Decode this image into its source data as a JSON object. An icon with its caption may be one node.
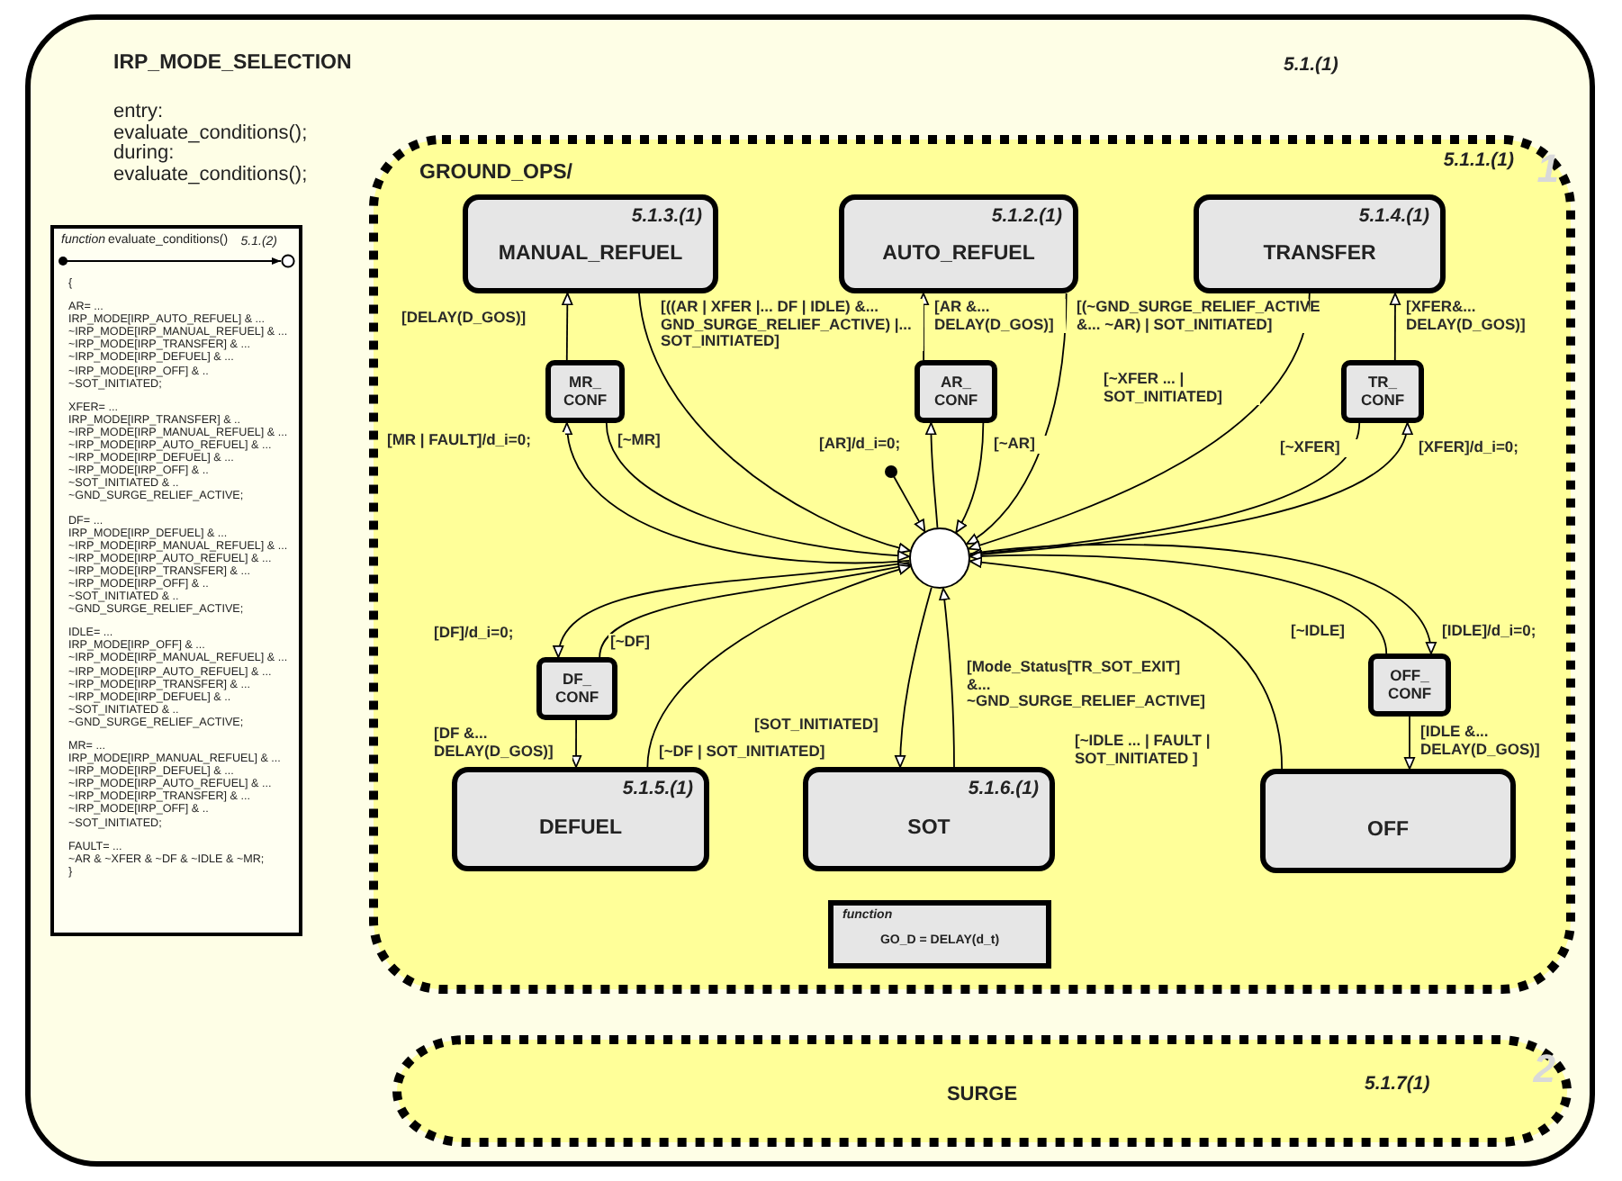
{
  "diagram": {
    "nodes": [
      {
        "text": [
          "IRP_MODE_SELECTION",
          "5.1.(1)",
          "entry: evaluate_conditions();",
          "during: evaluate_conditions();"
        ]
      },
      {
        "text": [
          "function",
          "evaluate_conditions()",
          "5.1.(2)",
          "{",
          "AR= ...",
          "IRP_MODE[IRP_AUTO_REFUEL] & ...",
          "~IRP_MODE[IRP_MANUAL_REFUEL] & ...",
          "~IRP_MODE[IRP_TRANSFER] & ...",
          "~IRP_MODE[IRP_DEFUEL] & ...",
          "~IRP_MODE[IRP_OFF] & ..",
          "~SOT_INITIATED;",
          "XFER= ...",
          "IRP_MODE[IRP_TRANSFER] & ..",
          "~IRP_MODE[IRP_MANUAL_REFUEL] & ...",
          "~IRP_MODE[IRP_AUTO_REFUEL] & ...",
          "~IRP_MODE[IRP_DEFUEL] & ...",
          "~IRP_MODE[IRP_OFF] & ..",
          "~SOT_INITIATED & ..",
          "~GND_SURGE_RELIEF_ACTIVE;",
          "DF= ...",
          "IRP_MODE[IRP_DEFUEL] & ...",
          "~IRP_MODE[IRP_MANUAL_REFUEL] & ...",
          "~IRP_MODE[IRP_AUTO_REFUEL] & ...",
          "~IRP_MODE[IRP_TRANSFER] & ...",
          "~IRP_MODE[IRP_OFF] & ..",
          "~SOT_INITIATED & ..",
          "~GND_SURGE_RELIEF_ACTIVE;",
          "IDLE= ...",
          "IRP_MODE[IRP_OFF] & ...",
          "~IRP_MODE[IRP_MANUAL_REFUEL] & ...",
          "~IRP_MODE[IRP_AUTO_REFUEL] & ...",
          "~IRP_MODE[IRP_TRANSFER] & ...",
          "~IRP_MODE[IRP_DEFUEL] & ..",
          "~SOT_INITIATED & ..",
          "~GND_SURGE_RELIEF_ACTIVE;",
          "MR= ...",
          "IRP_MODE[IRP_MANUAL_REFUEL] & ...",
          "~IRP_MODE[IRP_DEFUEL] & ...",
          "~IRP_MODE[IRP_AUTO_REFUEL] & ...",
          "~IRP_MODE[IRP_TRANSFER] & ...",
          "~IRP_MODE[IRP_OFF] & ..",
          "~SOT_INITIATED;",
          "FAULT= ...",
          "~AR & ~XFER & ~DF & ~IDLE & ~MR;",
          "}"
        ],
        "in": 0
      },
      {
        "text": [
          "GROUND_OPS/",
          "5.1.1.(1)",
          "1"
        ],
        "in": 0
      },
      {
        "text": [
          "5.1.3.(1)",
          "MANUAL_REFUEL"
        ],
        "in": 2
      },
      {
        "text": [
          "5.1.2.(1)",
          "AUTO_REFUEL"
        ],
        "in": 2
      },
      {
        "text": [
          "5.1.4.(1)",
          "TRANSFER"
        ],
        "in": 2
      },
      {
        "text": [
          "MR_ CONF"
        ],
        "in": 2
      },
      {
        "text": [
          "AR_ CONF"
        ],
        "in": 2
      },
      {
        "text": [
          "TR_ CONF"
        ],
        "in": 2
      },
      {
        "text": [],
        "shape": "circle",
        "in": 2
      },
      {
        "text": [
          "DF_ CONF"
        ],
        "in": 2
      },
      {
        "text": [
          "OFF_ CONF"
        ],
        "in": 2
      },
      {
        "text": [
          "5.1.5.(1)",
          "DEFUEL"
        ],
        "in": 2
      },
      {
        "text": [
          "5.1.6.(1)",
          "SOT"
        ],
        "in": 2
      },
      {
        "text": [
          "OFF"
        ],
        "in": 2
      },
      {
        "text": [
          "function",
          "GO_D = DELAY(d_t)"
        ],
        "in": 2
      },
      {
        "text": [
          "SURGE",
          "5.1.7(1)",
          "2"
        ],
        "in": 0
      }
    ],
    "edges": [
      {
        "from": 6,
        "to": 3,
        "arrow": "to",
        "label": "[DELAY(D_GOS)]"
      },
      {
        "from": 3,
        "to": 9,
        "arrow": "to",
        "label": "[((AR | XFER |... DF | IDLE) &... GND_SURGE_RELIEF_ACTIVE) |... SOT_INITIATED]"
      },
      {
        "from": 9,
        "to": 6,
        "arrow": "to",
        "label": "[MR | FAULT]/d_i=0;"
      },
      {
        "from": 6,
        "to": 9,
        "arrow": "to",
        "label": "[~MR]"
      },
      {
        "from": 7,
        "to": 4,
        "arrow": "to",
        "label": "[AR &... DELAY(D_GOS)]"
      },
      {
        "from": 4,
        "to": 9,
        "arrow": "to",
        "label": "[(~GND_SURGE_RELIEF_ACTIVE &... ~AR) | SOT_INITIATED]"
      },
      {
        "from": 9,
        "to": 7,
        "arrow": "to",
        "label": "[AR]/d_i=0;"
      },
      {
        "from": 7,
        "to": 9,
        "arrow": "to",
        "label": "[~AR]"
      },
      {
        "from": 8,
        "to": 5,
        "arrow": "to",
        "label": "[XFER&... DELAY(D_GOS)]"
      },
      {
        "from": 5,
        "to": 9,
        "arrow": "to",
        "label": "[~XFER ... | SOT_INITIATED]"
      },
      {
        "from": 8,
        "to": 9,
        "arrow": "to",
        "label": "[~XFER]"
      },
      {
        "from": 9,
        "to": 8,
        "arrow": "to",
        "label": "[XFER]/d_i=0;"
      },
      {
        "from": 9,
        "to": 10,
        "arrow": "to",
        "label": "[DF]/d_i=0;"
      },
      {
        "from": 10,
        "to": 9,
        "arrow": "to",
        "label": "[~DF]"
      },
      {
        "from": 10,
        "to": 12,
        "arrow": "to",
        "label": "[DF &... DELAY(D_GOS)]"
      },
      {
        "from": 12,
        "to": 9,
        "arrow": "to",
        "label": "[~DF | SOT_INITIATED]"
      },
      {
        "from": 9,
        "to": 13,
        "arrow": "to",
        "label": "[SOT_INITIATED]"
      },
      {
        "from": 13,
        "to": 9,
        "arrow": "to",
        "label": "[Mode_Status[TR_SOT_EXIT] &... ~GND_SURGE_RELIEF_ACTIVE]"
      },
      {
        "from": 11,
        "to": 9,
        "arrow": "to",
        "label": "[~IDLE]"
      },
      {
        "from": 9,
        "to": 11,
        "arrow": "to",
        "label": "[IDLE]/d_i=0;"
      },
      {
        "from": 11,
        "to": 14,
        "arrow": "to",
        "label": "[IDLE &... DELAY(D_GOS)]"
      },
      {
        "from": 14,
        "to": 9,
        "arrow": "to",
        "label": "[~IDLE ... | FAULT | SOT_INITIATED ]"
      },
      {
        "from": null,
        "to": 9,
        "arrow": "to"
      }
    ]
  }
}
